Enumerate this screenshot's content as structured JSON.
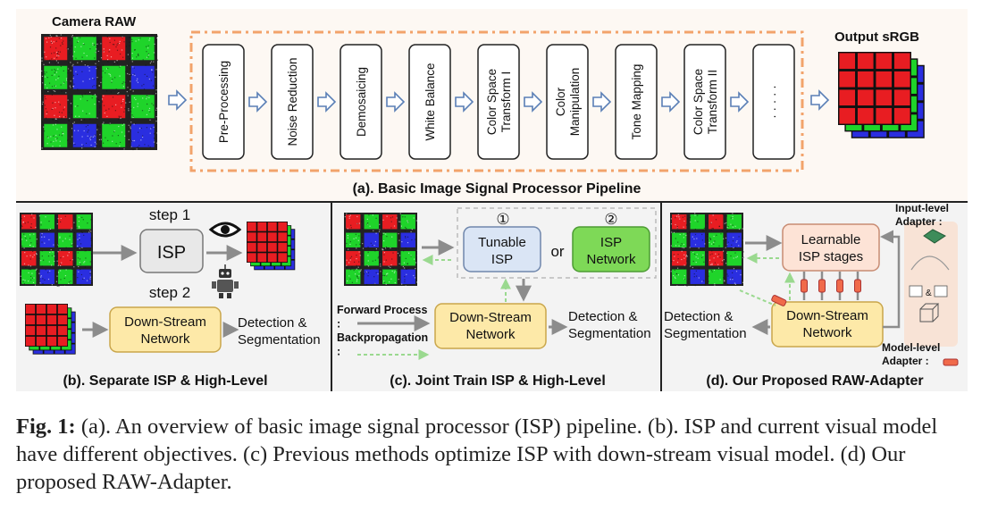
{
  "panel_a": {
    "input_label": "Camera RAW",
    "output_label": "Output sRGB",
    "stages": [
      "Pre-Processing",
      "Noise Reduction",
      "Demosaicing",
      "White Balance",
      "Color Space\nTransform I",
      "Color\nManipulation",
      "Tone Mapping",
      "Color Space\nTransform II",
      "· · · · ·"
    ],
    "title": "(a). Basic Image Signal Processor Pipeline"
  },
  "panel_b": {
    "step1": "step 1",
    "step2": "step 2",
    "isp": "ISP",
    "network": "Down-Stream\nNetwork",
    "task": "Detection &\nSegmentation",
    "title": "(b). Separate ISP & High-Level"
  },
  "panel_c": {
    "option1_num": "①",
    "option2_num": "②",
    "tunable": "Tunable\nISP",
    "or": "or",
    "isp_network": "ISP\nNetwork",
    "network": "Down-Stream\nNetwork",
    "forward": "Forward Process\n:",
    "backprop": "Backpropagation\n:",
    "task": "Detection &\nSegmentation",
    "title": "(c). Joint Train ISP & High-Level"
  },
  "panel_d": {
    "learnable": "Learnable\nISP stages",
    "network": "Down-Stream\nNetwork",
    "task": "Detection &\nSegmentation",
    "input_adapter": "Input-level\nAdapter :",
    "model_adapter": "Model-level\nAdapter :",
    "title": "(d). Our Proposed RAW-Adapter"
  },
  "caption": {
    "label": "Fig. 1:",
    "text": " (a). An overview of basic image signal processor (ISP) pipeline. (b). ISP and current visual model have different objectives. (c) Previous methods optimize ISP with down-stream visual model. (d) Our proposed RAW-Adapter."
  },
  "colors": {
    "red": "#e81d22",
    "green": "#1fd42a",
    "blue": "#2a2ee0",
    "orange_dash": "#f2a36b",
    "isp_gray": "#e8e8e8",
    "tunable_blue": "#dae5f5",
    "isp_green": "#7ed957",
    "network_yellow": "#fde9a8",
    "learnable_pink": "#fde3d6",
    "adapter_red": "#f06a4a"
  }
}
